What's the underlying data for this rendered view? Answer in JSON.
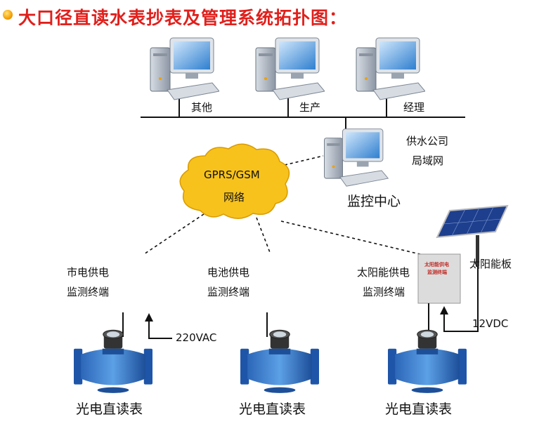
{
  "title": "大口径直读水表抄表及管理系统拓扑图：",
  "lan": {
    "computers": [
      "其他",
      "生产",
      "经理"
    ],
    "network_line1": "供水公司",
    "network_line2": "局域网"
  },
  "monitor_center": "监控中心",
  "cloud": {
    "line1": "GPRS/GSM",
    "line2": "网络"
  },
  "terminals": [
    {
      "line1": "市电供电",
      "line2": "监测终端",
      "power": "220VAC"
    },
    {
      "line1": "电池供电",
      "line2": "监测终端"
    },
    {
      "line1": "太阳能供电",
      "line2": "监测终端",
      "box_line1": "太阳能供电",
      "box_line2": "监测终端",
      "power": "12VDC"
    }
  ],
  "solar_panel": "太阳能板",
  "meters": [
    "光电直读表",
    "光电直读表",
    "光电直读表"
  ],
  "colors": {
    "title": "#e0201c",
    "cloud": "#f7c21c",
    "terminal": "#4a8fd0",
    "meter": "#1f5fb8"
  }
}
